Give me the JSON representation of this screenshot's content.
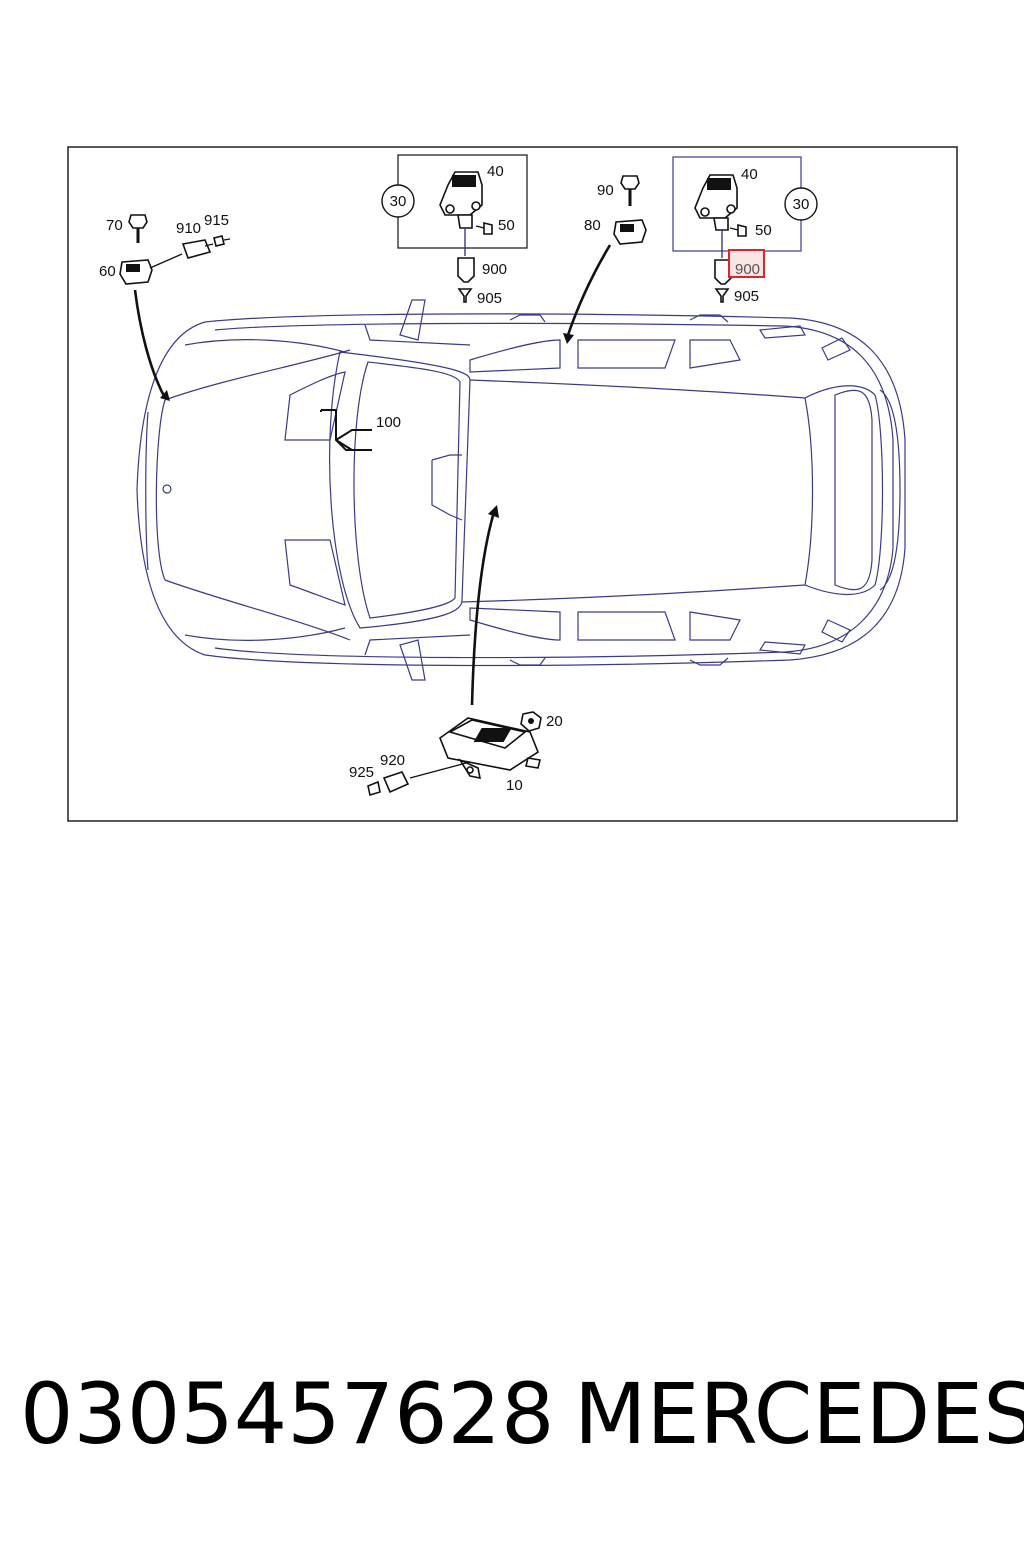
{
  "labels": {
    "l10": "10",
    "l20": "20",
    "l30a": "30",
    "l40a": "40",
    "l50a": "50",
    "l900a": "900",
    "l905a": "905",
    "l30b": "30",
    "l40b": "40",
    "l50b": "50",
    "l900b": "900",
    "l905b": "905",
    "l60": "60",
    "l70": "70",
    "l80": "80",
    "l90": "90",
    "l100": "100",
    "l910": "910",
    "l915": "915",
    "l920": "920",
    "l925": "925"
  },
  "highlight": {
    "color": "#e0242a",
    "label_ref": "900"
  },
  "colors": {
    "car_outline": "#3a3a8c",
    "ink": "#111111"
  },
  "footer": {
    "part_number": "0305457628",
    "brand": "MERCEDES"
  }
}
